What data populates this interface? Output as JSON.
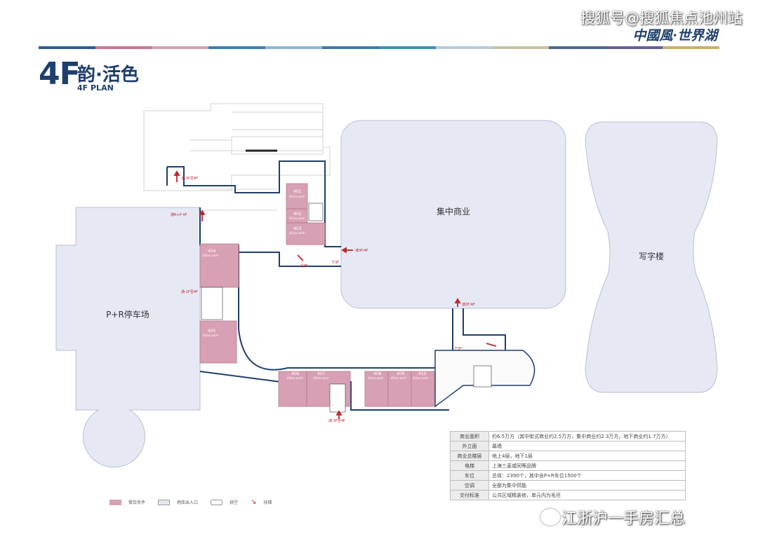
{
  "watermark_top": "搜狐号@搜狐焦点池州站",
  "brand": "中國風·世界湖",
  "title": {
    "floor": "4F",
    "name": "韵·活色",
    "subtitle": "4F PLAN"
  },
  "colors": {
    "strip": [
      "#2b5f92",
      "#c77a93",
      "#d5a2b3",
      "#3c7fb3",
      "#8fb6d3",
      "#3f79ad",
      "#3d8fb4",
      "#b9c9d9",
      "#c6c2a3",
      "#4b6a8e",
      "#6a5da0",
      "#c8b06a"
    ],
    "navy": "#1e3f6c",
    "dining": "#d8a0b4",
    "building_fill": "#e6e9f4",
    "arrow_red": "#c0262d"
  },
  "map": {
    "zones": {
      "central": "集中商业",
      "office": "写字楼",
      "parking": "P+R停车场"
    },
    "units": [
      {
        "id": "401",
        "area": "约1xx.xxm²"
      },
      {
        "id": "402",
        "area": "约1xx.xxm²"
      },
      {
        "id": "403",
        "area": "约2xx.xxm²"
      },
      {
        "id": "404",
        "area": "约2xx.xxm²"
      },
      {
        "id": "405",
        "area": "约3xx.xxm²"
      },
      {
        "id": "406",
        "area": "约2xx.xxm²"
      },
      {
        "id": "407",
        "area": "约2xx.xxm²"
      },
      {
        "id": "408",
        "area": "约1xx.xxm²"
      },
      {
        "id": "409",
        "area": "约1xx.xxm²"
      },
      {
        "id": "410",
        "area": "约1xx.xxm²"
      }
    ],
    "connectors": {
      "c1": "通-3F至4F",
      "c2": "通R+P 4F",
      "c3": "通3F/4F",
      "c4": "下3F",
      "c5": "通-1F至4F",
      "c6": "通3F/4F",
      "c7": "下3F",
      "c8": "通-3F至4F",
      "c9": "扶梯"
    }
  },
  "info_table": [
    {
      "k": "商业面积",
      "v": "约6.5万方（其中街式商业约2.5万方，集中商业约2.3万方，地下商业约1.7万方）"
    },
    {
      "k": "外立面",
      "v": "幕墙"
    },
    {
      "k": "商业总楼层",
      "v": "地上4层，地下1层"
    },
    {
      "k": "电梯",
      "v": "上海三菱或同等品牌"
    },
    {
      "k": "车位",
      "v": "总体：2390个，其中含P+R车位1500个"
    },
    {
      "k": "空调",
      "v": "全部为集中供能"
    },
    {
      "k": "交付标准",
      "v": "公共区域精装修，单元内为毛坯"
    }
  ],
  "legend": [
    {
      "label": "餐饮条件",
      "icon": "pink-swatch"
    },
    {
      "label": "地库出入口",
      "icon": "grey-box"
    },
    {
      "label": "挑空",
      "icon": "void-outline"
    },
    {
      "label": "扶梯",
      "icon": "escalator-arrow"
    }
  ],
  "watermark_bottom": "江浙沪一手房汇总"
}
